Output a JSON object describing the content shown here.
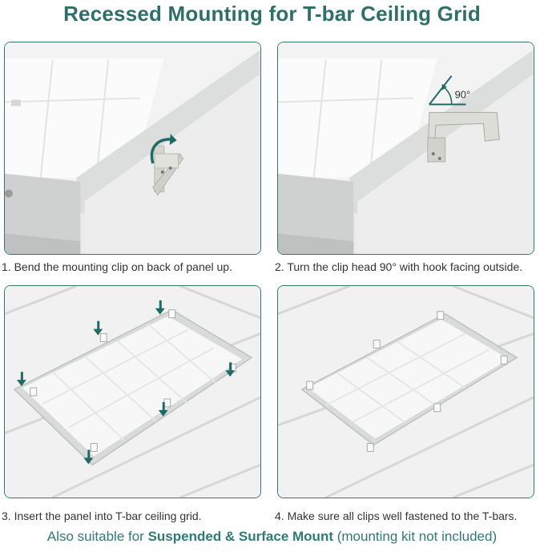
{
  "title": "Recessed Mounting for T-bar Ceiling Grid",
  "steps": [
    {
      "caption": "1. Bend the mounting clip on back of panel up."
    },
    {
      "caption": "2. Turn the clip head 90° with hook facing outside.",
      "angle_label": "90°"
    },
    {
      "caption": "3. Insert the panel into T-bar ceiling grid."
    },
    {
      "caption": "4. Make sure all clips well fastened to the T-bars."
    }
  ],
  "footer": {
    "prefix": "Also suitable for ",
    "emphasis": "Suspended & Surface Mount",
    "suffix": " (mounting kit not included)"
  },
  "colors": {
    "title": "#2e6f6a",
    "panel_border": "#2f7b74",
    "arrow": "#1f6a64"
  }
}
